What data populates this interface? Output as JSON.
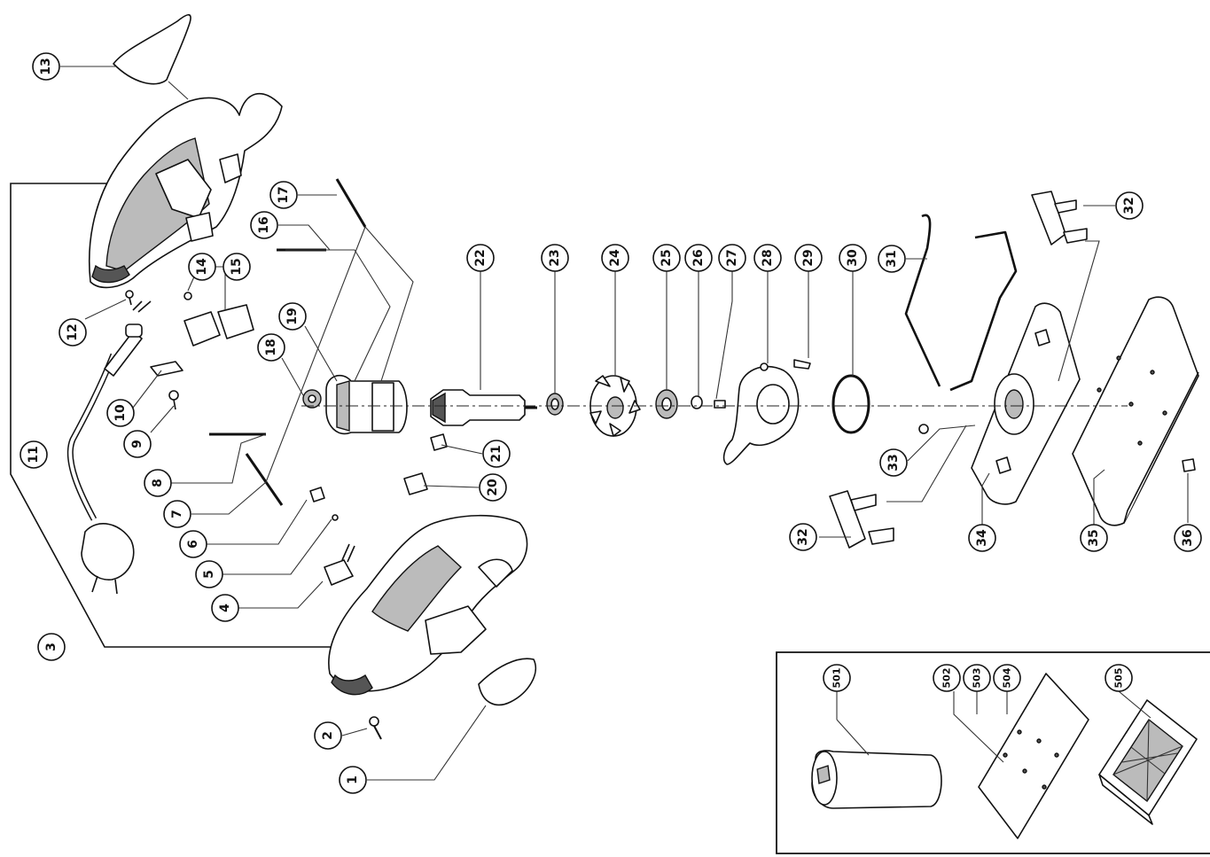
{
  "parts": {
    "p1": "1",
    "p2": "2",
    "p3": "3",
    "p4": "4",
    "p5": "5",
    "p6": "6",
    "p7": "7",
    "p8": "8",
    "p9": "9",
    "p10": "10",
    "p11": "11",
    "p12": "12",
    "p13": "13",
    "p14": "14",
    "p15": "15",
    "p16": "16",
    "p17": "17",
    "p18": "18",
    "p19": "19",
    "p20": "20",
    "p21": "21",
    "p22": "22",
    "p23": "23",
    "p24": "24",
    "p25": "25",
    "p26": "26",
    "p27": "27",
    "p28": "28",
    "p29": "29",
    "p30": "30",
    "p31": "31",
    "p32": "32",
    "p33": "33",
    "p34": "34",
    "p35": "35",
    "p36": "36"
  },
  "accessories": {
    "p501": "501",
    "p502": "502",
    "p503": "503",
    "p504": "504",
    "p505": "505"
  }
}
